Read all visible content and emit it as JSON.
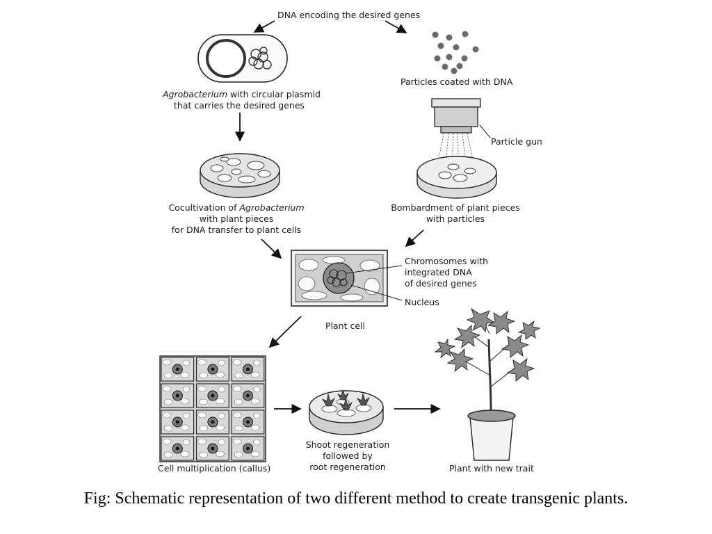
{
  "labels": {
    "dna_source": "DNA encoding the desired genes",
    "particles": "Particles coated with DNA",
    "particle_gun": "Particle gun",
    "agro_italic": "Agrobacterium",
    "agro_line1_rest": " with circular plasmid",
    "agro_line2": "that carries the desired genes",
    "cocult_line1_prefix": "Cocultivation of ",
    "cocult_line1_italic": "Agrobacterium",
    "cocult_line2": "with plant pieces",
    "cocult_line3": "for DNA transfer to plant cells",
    "bombard_line1": "Bombardment of plant pieces",
    "bombard_line2": "with particles",
    "chrom_line1": "Chromosomes with",
    "chrom_line2": "integrated DNA",
    "chrom_line3": "of desired genes",
    "nucleus": "Nucleus",
    "plant_cell": "Plant cell",
    "callus": "Cell multiplication (callus)",
    "shoot_line1": "Shoot regeneration",
    "shoot_line2": "followed by",
    "shoot_line3": "root regeneration",
    "plant_trait": "Plant with new trait"
  },
  "caption": "Fig: Schematic representation of two different method to create transgenic plants."
}
